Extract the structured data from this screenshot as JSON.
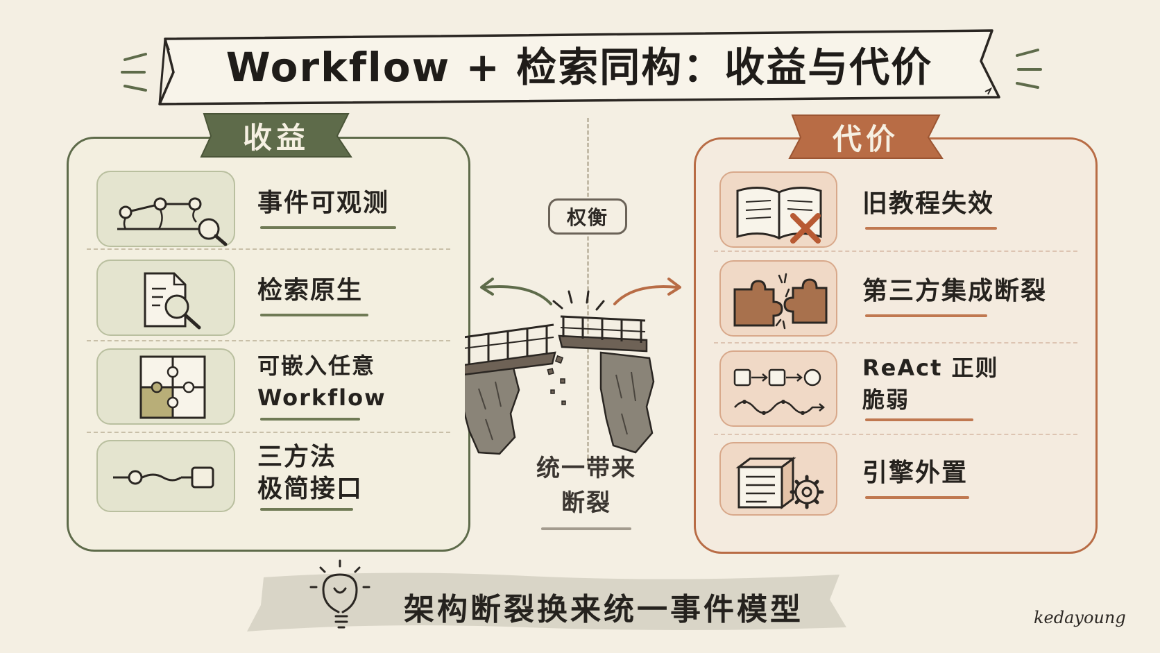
{
  "title": "Workflow + 检索同构：收益与代价",
  "benefits": {
    "tag": "收益",
    "items": [
      {
        "label": "事件可观测",
        "icon": "event-chain-magnifier-icon"
      },
      {
        "label": "检索原生",
        "icon": "document-search-icon"
      },
      {
        "label": "可嵌入任意\nWorkflow",
        "icon": "puzzle-grid-icon"
      },
      {
        "label": "三方法\n极简接口",
        "icon": "connector-interface-icon"
      }
    ]
  },
  "costs": {
    "tag": "代价",
    "items": [
      {
        "label": "旧教程失效",
        "icon": "book-crossed-icon"
      },
      {
        "label": "第三方集成断裂",
        "icon": "broken-puzzle-icon"
      },
      {
        "label": "ReAct 正则\n脆弱",
        "icon": "regex-flow-icon"
      },
      {
        "label": "引擎外置",
        "icon": "engine-box-gear-icon"
      }
    ]
  },
  "center": {
    "badge": "权衡",
    "caption": "统一带来\n断裂",
    "illustration": "broken-bridge-icon"
  },
  "summary": "架构断裂换来统一事件模型",
  "summary_icon": "lightbulb-icon",
  "signature": "kedayoung",
  "colors": {
    "benefit_green": "#5e6b4a",
    "cost_orange": "#b86c45",
    "background": "#f4efe3"
  }
}
